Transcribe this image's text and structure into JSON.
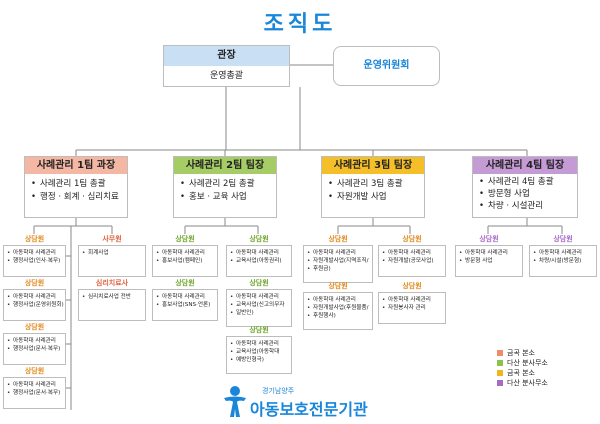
{
  "title": "조직도",
  "director": {
    "title": "관장",
    "item": "운영총괄"
  },
  "committee": {
    "title": "운영위원회"
  },
  "teams": [
    {
      "title": "사례관리 1팀 과장",
      "items": [
        "사례관리 1팀 총괄",
        "행정 · 회계 · 심리치료"
      ],
      "color": "#f4b7a3"
    },
    {
      "title": "사례관리 2팀 팀장",
      "items": [
        "사례관리 2팀 총괄",
        "홍보 · 교육 사업"
      ],
      "color": "#a6cc66"
    },
    {
      "title": "사례관리 3팀 팀장",
      "items": [
        "사례관리 3팀 총괄",
        "자원개발 사업"
      ],
      "color": "#f5bf2a"
    },
    {
      "title": "사례관리 4팀 팀장",
      "items": [
        "사례관리 4팀 총괄",
        "방문형 사업",
        "차량 · 시설관리"
      ],
      "color": "#c59bd6"
    }
  ],
  "staff": [
    {
      "title": "상담원",
      "items": [
        "아동학대 사례관리",
        "행정사업(인사·복무)"
      ]
    },
    {
      "title": "상담원",
      "items": [
        "아동학대 사례관리",
        "행정사업(운영위원회)"
      ]
    },
    {
      "title": "상담원",
      "items": [
        "아동학대 사례관리",
        "행정사업(문서·복무)"
      ]
    },
    {
      "title": "상담원",
      "items": [
        "아동학대 사례관리",
        "행정사업(문서·복무)"
      ]
    },
    {
      "title": "사무원",
      "items": [
        "회계사업"
      ]
    },
    {
      "title": "심리치료사",
      "items": [
        "심리치료사업 전반"
      ]
    },
    {
      "title": "상담원",
      "items": [
        "아동학대 사례관리",
        "홍보사업(캠페인)"
      ]
    },
    {
      "title": "상담원",
      "items": [
        "아동학대 사례관리",
        "홍보사업(SNS·언론)"
      ]
    },
    {
      "title": "상담원",
      "items": [
        "아동학대 사례관리",
        "교육사업(아동권리)"
      ]
    },
    {
      "title": "상담원",
      "items": [
        "아동학대 사례관리",
        "교육사업(신고의무자",
        "일반인)"
      ]
    },
    {
      "title": "상담원",
      "items": [
        "아동학대 사례관리",
        "교육사업(아동학대",
        "예방인형극)"
      ]
    },
    {
      "title": "상담원",
      "items": [
        "아동학대 사례관리",
        "자원개발사업(지역조직/",
        "후원금)"
      ]
    },
    {
      "title": "상담원",
      "items": [
        "아동학대 사례관리",
        "자원개발사업(후원물품/",
        "후원행사)"
      ]
    },
    {
      "title": "상담원",
      "items": [
        "아동학대 사례관리",
        "자원개발(공모사업)"
      ]
    },
    {
      "title": "상담원",
      "items": [
        "아동학대 사례관리",
        "자원봉사자 관리"
      ]
    },
    {
      "title": "상담원",
      "items": [
        "아동학대 사례관리",
        "방문형 사업"
      ]
    },
    {
      "title": "상담원",
      "items": [
        "아동학대 사례관리",
        "차량/시설(방문형)"
      ]
    }
  ],
  "legend": [
    {
      "label": "금곡 본소",
      "color": "#f08a6a"
    },
    {
      "label": "다산 분사무소",
      "color": "#8cc24a"
    },
    {
      "label": "금곡 본소",
      "color": "#f2b51c"
    },
    {
      "label": "다산 분사무소",
      "color": "#a56bc7"
    }
  ],
  "logo": {
    "small": "경기남양주",
    "name": "아동보호전문기관",
    "color": "#1a86d9"
  }
}
